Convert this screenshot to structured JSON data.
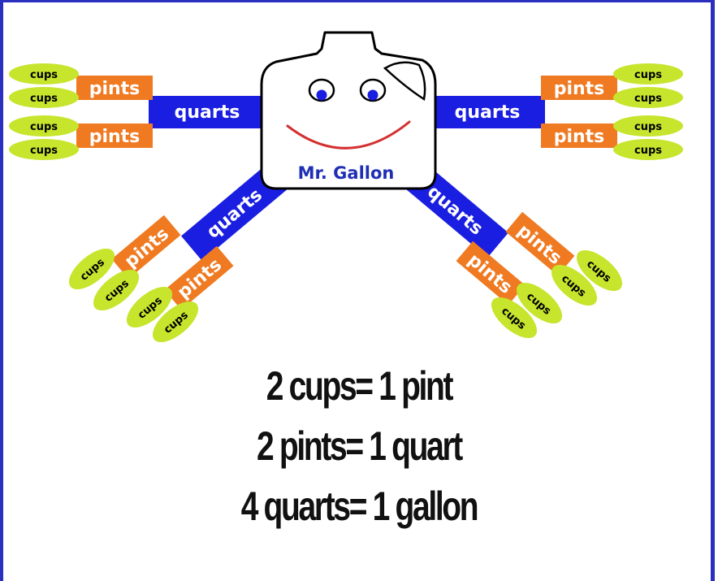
{
  "labels": {
    "cups": "cups",
    "pints": "pints",
    "quarts": "quarts",
    "gallon": "Mr. Gallon"
  },
  "equations": [
    "2 cups= 1 pint",
    "2 pints= 1 quart",
    "4 quarts= 1 gallon"
  ],
  "colors": {
    "frame": "#2a2fbf",
    "quarts": "#1a1ee0",
    "pints": "#ef7a22",
    "cups": "#c6e52c",
    "gallon_text": "#1f2fb3",
    "smile": "#d43030",
    "eyes": "#1a1ee0"
  }
}
